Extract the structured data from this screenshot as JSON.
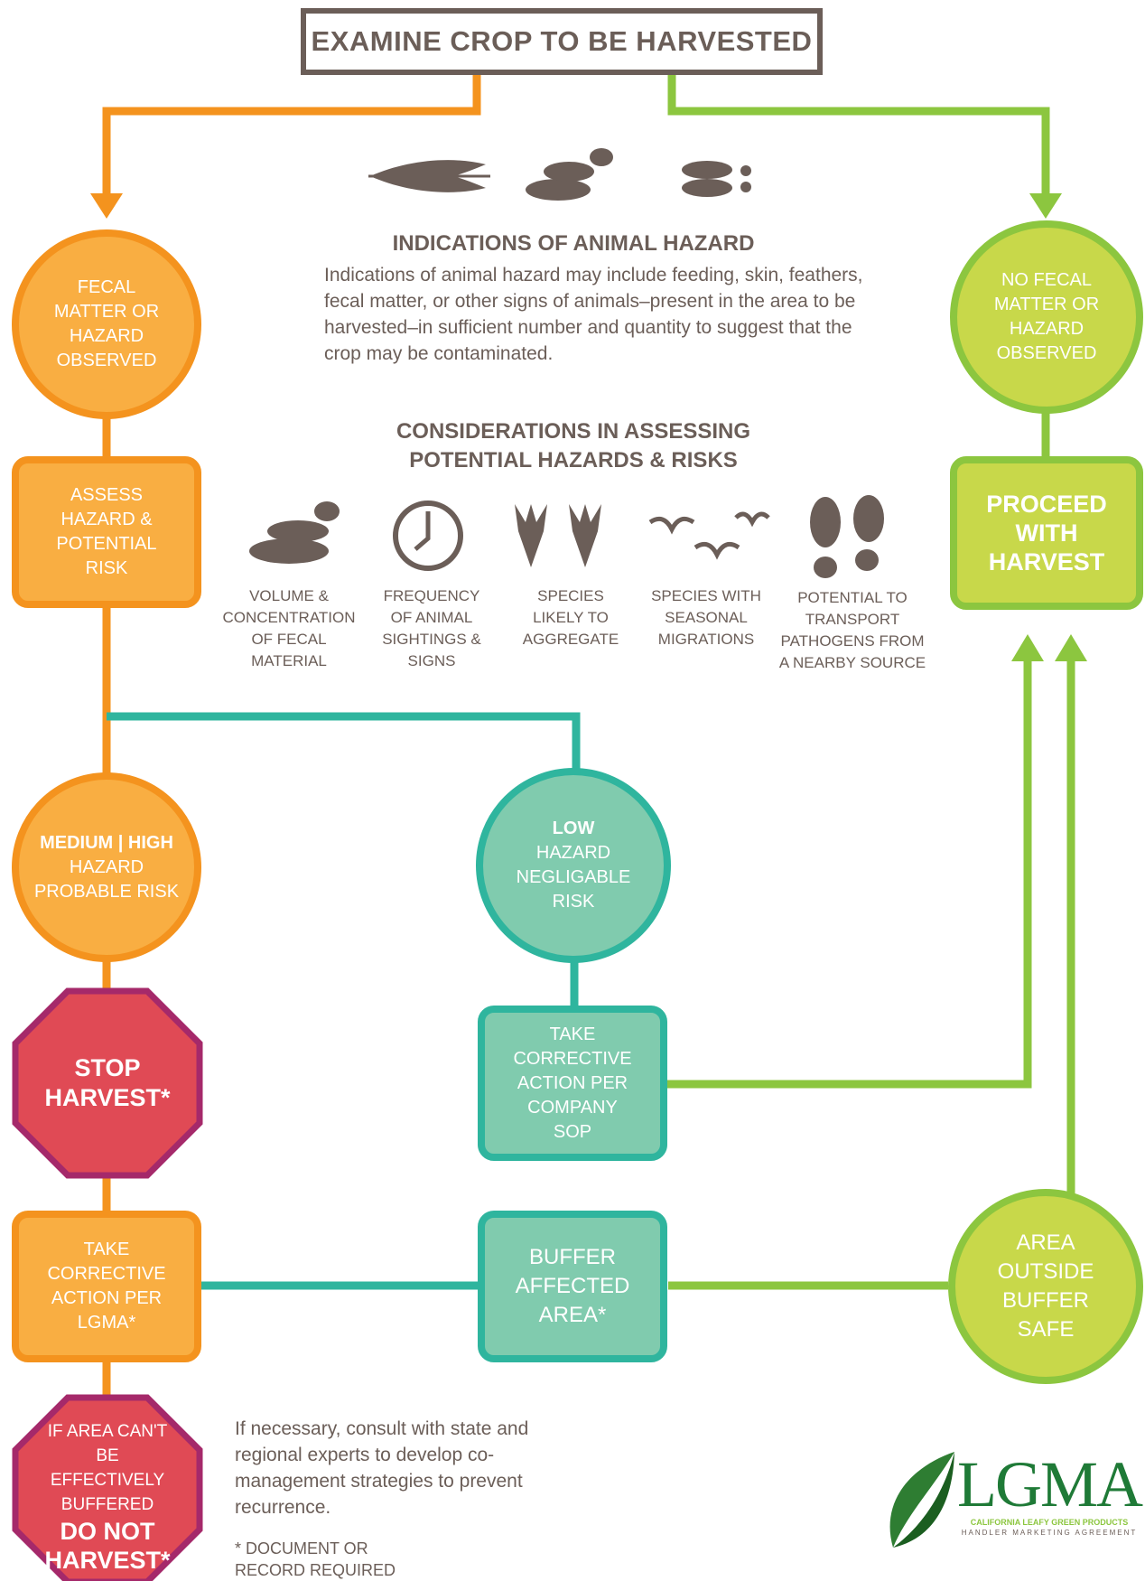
{
  "title": "EXAMINE CROP TO BE HARVESTED",
  "indications": {
    "heading": "INDICATIONS OF ANIMAL HAZARD",
    "text": "Indications of animal hazard may include feeding, skin, feathers, fecal matter, or other signs of animals–present in the area to be harvested–in sufficient number and quantity to suggest that the crop may be contaminated."
  },
  "considerations": {
    "heading_line1": "CONSIDERATIONS IN ASSESSING",
    "heading_line2": "POTENTIAL HAZARDS & RISKS",
    "items": [
      {
        "icon": "fecal-matter-icon",
        "label": "VOLUME & CONCENTRATION OF FECAL MATERIAL"
      },
      {
        "icon": "clock-icon",
        "label": "FREQUENCY OF ANIMAL SIGHTINGS & SIGNS"
      },
      {
        "icon": "deer-heads-icon",
        "label": "SPECIES LIKELY TO AGGREGATE"
      },
      {
        "icon": "birds-icon",
        "label": "SPECIES WITH SEASONAL MIGRATIONS"
      },
      {
        "icon": "footprints-icon",
        "label": "POTENTIAL TO TRANSPORT PATHOGENS FROM A NEARBY SOURCE"
      }
    ]
  },
  "nodes": {
    "fecal_observed": "FECAL MATTER OR HAZARD OBSERVED",
    "assess_hazard": "ASSESS HAZARD & POTENTIAL RISK",
    "medium_high": {
      "bold": "MEDIUM | HIGH",
      "line2": "HAZARD",
      "line3": "PROBABLE RISK"
    },
    "stop_harvest": "STOP HARVEST*",
    "take_action_lgma": "TAKE CORRECTIVE ACTION PER LGMA*",
    "cant_buffer": {
      "text": "IF AREA CAN'T BE EFFECTIVELY BUFFERED",
      "bold": "DO NOT HARVEST*"
    },
    "low": {
      "bold": "LOW",
      "line2": "HAZARD",
      "line3": "NEGLIGABLE RISK"
    },
    "take_action_sop": "TAKE CORRECTIVE ACTION PER COMPANY SOP",
    "buffer_area": "BUFFER AFFECTED AREA*",
    "no_fecal": "NO FECAL MATTER OR HAZARD OBSERVED",
    "proceed": "PROCEED WITH HARVEST",
    "outside_buffer": "AREA OUTSIDE BUFFER SAFE"
  },
  "consult_text": "If necessary, consult with state and regional experts to develop co-management strategies to prevent recurrence.",
  "footnote": "* DOCUMENT OR RECORD REQUIRED",
  "logo": {
    "name": "LGMA",
    "line1": "CALIFORNIA LEAFY GREEN PRODUCTS",
    "line2": "HANDLER MARKETING AGREEMENT"
  },
  "colors": {
    "orange": "#f4931e",
    "teal": "#2fb59e",
    "green": "#8cc63f",
    "red": "#e04a55",
    "brown": "#6b5e58"
  }
}
